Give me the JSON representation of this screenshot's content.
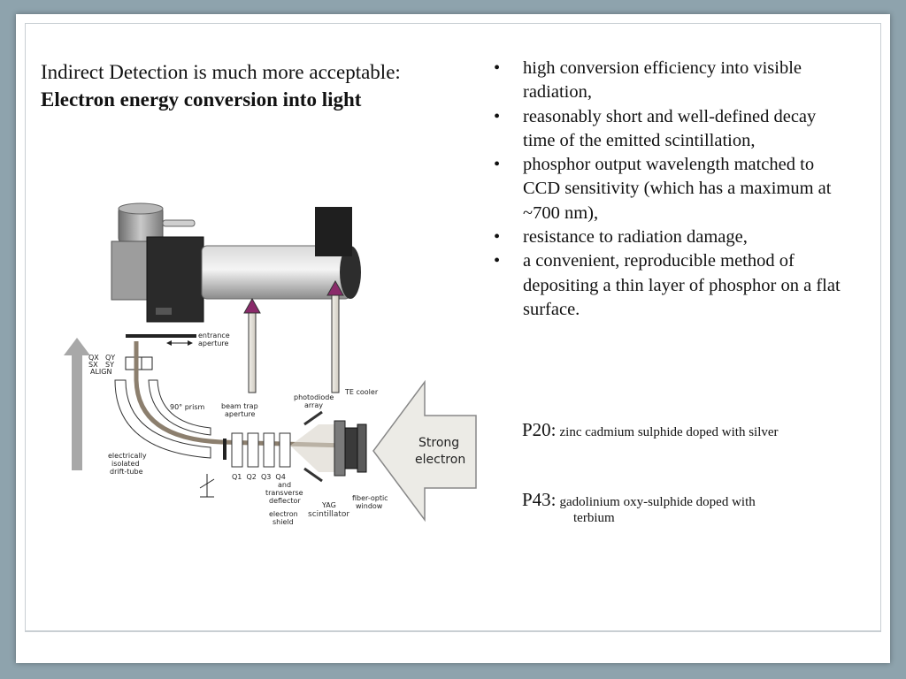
{
  "heading": {
    "line1": "Indirect Detection is much more acceptable:",
    "line2": "Electron energy conversion into light"
  },
  "bullets": [
    "high conversion efficiency into visible radiation,",
    "reasonably short and well-defined decay time of the emitted scintillation,",
    "phosphor output wavelength matched to CCD sensitivity (which has a maximum at ~700 nm),",
    "resistance to radiation damage,",
    "a convenient, reproducible method of depositing a thin layer of phosphor on a flat surface."
  ],
  "bullet_symbol": "•",
  "phosphors": {
    "p20": {
      "code": "P20:",
      "desc": "zinc cadmium sulphide doped with silver"
    },
    "p43": {
      "code": "P43:",
      "desc": "gadolinium oxy-sulphide doped with",
      "desc_cont": "terbium"
    }
  },
  "diagram": {
    "labels": {
      "entrance": "entrance",
      "aperture": "aperture",
      "qx": "QX",
      "qy": "QY",
      "sx": "SX",
      "sy": "SY",
      "align": "ALIGN",
      "prism": "90° prism",
      "beam_trap": "beam trap",
      "beam_trap_aperture": "aperture",
      "photodiode": "photodiode",
      "photodiode_array": "array",
      "te_cooler": "TE cooler",
      "elec_1": "electrically",
      "elec_2": "isolated",
      "elec_3": "drift-tube",
      "q_labels": "Q1  Q2  Q3  Q4",
      "and": "and",
      "transverse": "transverse",
      "deflector": "deflector",
      "electron": "electron",
      "shield": "shield",
      "yag": "YAG",
      "scintillator": "scintillator",
      "fiber_optic": "fiber-optic",
      "window": "window",
      "strong": "Strong",
      "electron_big": "electron"
    },
    "colors": {
      "arrow_fill": "#ecebe6",
      "arrow_head": "#8a2a6a",
      "beam": "#8c7f6e",
      "big_arrow": "#a8a8a8"
    }
  }
}
